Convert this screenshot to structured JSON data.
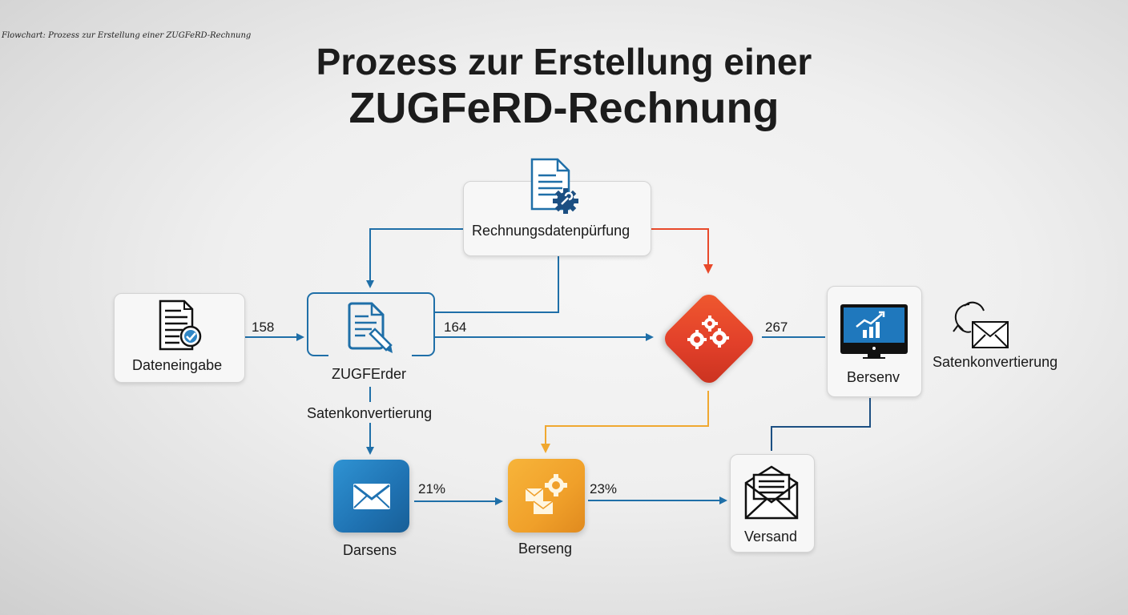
{
  "caption": "Flowchart: Prozess zur Erstellung einer ZUGFeRD-Rechnung",
  "title": {
    "line1": "Prozess zur Erstellung einer",
    "line2": "ZUGFeRD-Rechnung"
  },
  "nodes": {
    "pruefung": {
      "label": "Rechnungsdatenpürfung",
      "icon": "document-gear-icon"
    },
    "dateneingabe": {
      "label": "Dateneingabe",
      "icon": "document-check-icon"
    },
    "zugferder": {
      "label": "ZUGFErder",
      "icon": "document-pencil-icon"
    },
    "processing": {
      "label": "",
      "icon": "gears-icon"
    },
    "bersenv": {
      "label": "Bersenv",
      "icon": "monitor-chart-icon"
    },
    "side_label": {
      "label": "Satenkonvertierung",
      "icon": "cycle-envelope-icon"
    },
    "darsens": {
      "label": "Darsens",
      "icon": "envelope-icon"
    },
    "berseng": {
      "label": "Berseng",
      "icon": "envelopes-gear-icon"
    },
    "versand": {
      "label": "Versand",
      "icon": "open-envelope-icon"
    }
  },
  "edges": {
    "e1": "158",
    "e2": "164",
    "e3": "267",
    "e4": "21%",
    "e5": "23%",
    "conversion_label": "Satenkonvertierung"
  },
  "colors": {
    "blue": "#1f6fa8",
    "red": "#e8492a",
    "orange": "#f0a830",
    "dark_blue": "#1c4f82"
  }
}
